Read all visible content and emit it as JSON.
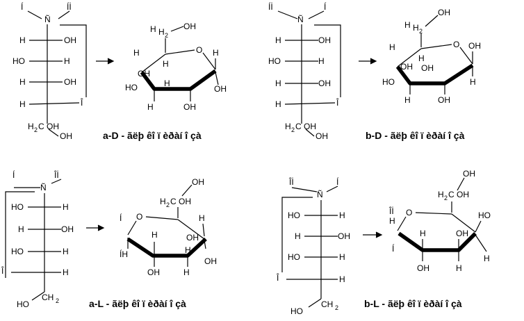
{
  "panels": [
    {
      "caption": "a-D - ãëþ êî ï èðàí î çà",
      "chain_top_left": "Í",
      "chain_top_n": "Ñ",
      "chain_top_right": "Íİ",
      "chain_bottom_o": "Î",
      "chain_ch2": "H",
      "chain_ch2_sub": "2",
      "chain_ch2_oh": "C   OH"
    },
    {
      "caption": "b-D - ãëþ êî ï èðàí î çà",
      "chain_top_left": "Íİ",
      "chain_top_n": "Ñ",
      "chain_top_right": "Í",
      "chain_bottom_o": "Î",
      "chain_ch2": "H",
      "chain_ch2_sub": "2",
      "chain_ch2_oh": "C   OH"
    },
    {
      "caption": "a-L - ãëþ êî ï èðàí î çà",
      "chain_top_left": "Í",
      "chain_top_n": "Ñ",
      "chain_top_right": "Îİ",
      "chain_bottom_o": "Î",
      "chain_ch2": "HO",
      "chain_ch2_sub": "2",
      "chain_ch2_oh": "CH"
    },
    {
      "caption": "b-L - ãëþ êî ï èðàí î çà",
      "chain_top_left": "Îİ",
      "chain_top_n": "Ñ",
      "chain_top_right": "Í",
      "chain_bottom_o": "Î",
      "chain_ch2": "HO",
      "chain_ch2_sub": "2",
      "chain_ch2_oh": "CH"
    }
  ],
  "atoms": {
    "H": "H",
    "OH": "OH",
    "HO": "HO",
    "O": "O",
    "ring_o_L": "Í",
    "ring_ih_L": "ÍH",
    "ring_o_bL": "Îİ",
    "ring_i_bL": "Í"
  }
}
